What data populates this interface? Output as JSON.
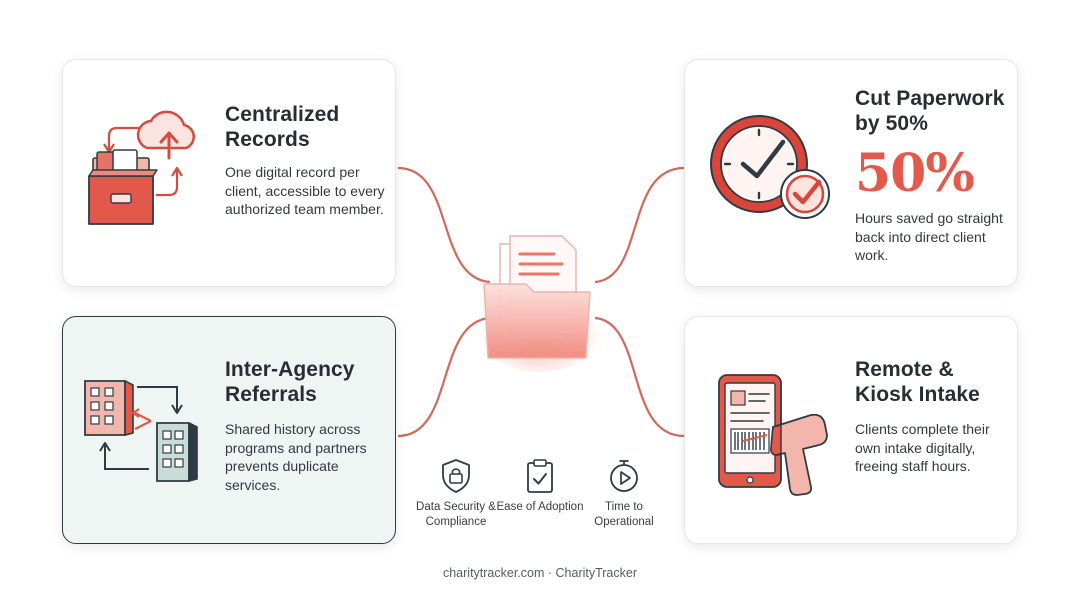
{
  "cards": {
    "records": {
      "title": "Centralized Records",
      "body": "One digital record per client, accessible to every authorized team member."
    },
    "paperwork": {
      "title": "Cut Paperwork by 50%",
      "stat": "50%",
      "body": "Hours saved go straight back into direct client work."
    },
    "referrals": {
      "title": "Inter-Agency Referrals",
      "body": "Shared history across programs and partners prevents duplicate services."
    },
    "intake": {
      "title": "Remote & Kiosk Intake",
      "body": "Clients complete their own intake digitally, freeing staff hours."
    }
  },
  "features": [
    {
      "label": "Data Security & Compliance",
      "icon": "shield-lock-icon"
    },
    {
      "label": "Ease of Adoption",
      "icon": "clipboard-check-icon"
    },
    {
      "label": "Time to Operational",
      "icon": "stopwatch-play-icon"
    }
  ],
  "footer": "charitytracker.com · CharityTracker",
  "colors": {
    "accent": "#e35a4c",
    "dark": "#2f3b42",
    "tint": "#eef5f3",
    "line": "#cf6a5d"
  }
}
